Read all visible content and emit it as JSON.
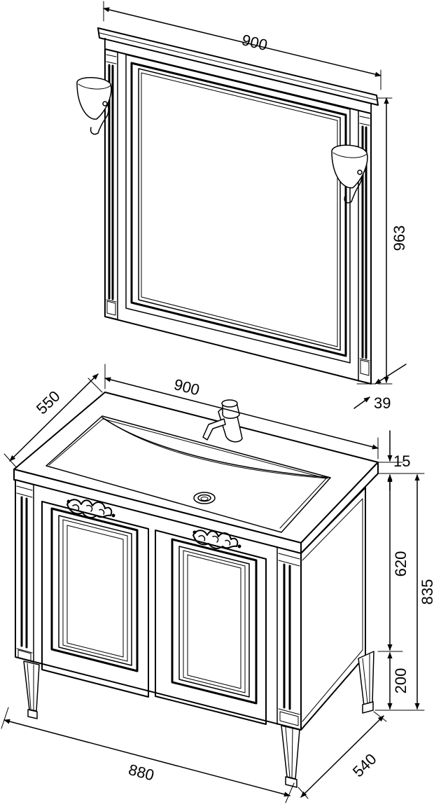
{
  "mirror": {
    "width_label": "900",
    "height_label": "963",
    "depth_label": "39"
  },
  "cabinet": {
    "top_width_label": "900",
    "top_depth_label": "550",
    "top_thickness_label": "15",
    "body_height_label": "620",
    "total_height_label": "835",
    "leg_height_label": "200",
    "base_width_label": "880",
    "base_depth_label": "540"
  }
}
